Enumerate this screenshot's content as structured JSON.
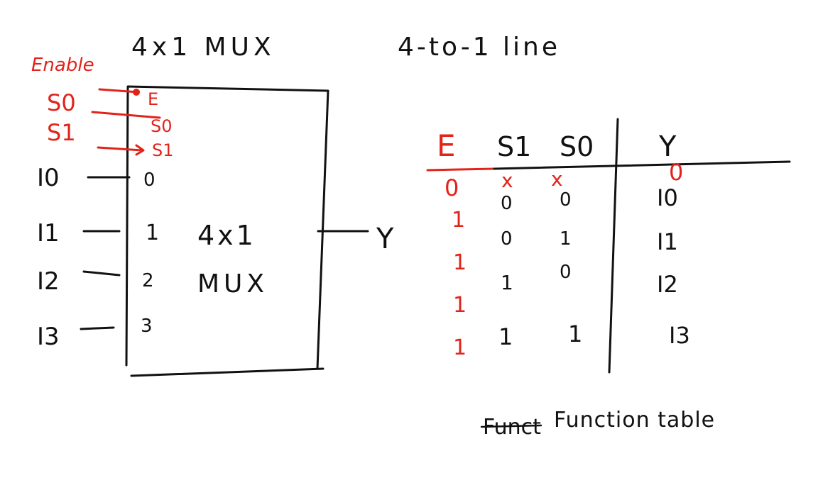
{
  "colors": {
    "ink": "#111111",
    "accent_red": "#e2231a",
    "background": "#ffffff"
  },
  "headings": {
    "title_left": "4x1 MUX",
    "title_right": "4-to-1 line"
  },
  "block": {
    "enable_label": "Enable",
    "control_inputs": [
      {
        "outside": "S0",
        "inside": "E"
      },
      {
        "outside": "S0",
        "inside": "S0"
      },
      {
        "outside": "S1",
        "inside": "S1"
      }
    ],
    "data_inputs": [
      {
        "outside": "I0",
        "inside": "0"
      },
      {
        "outside": "I1",
        "inside": "1"
      },
      {
        "outside": "I2",
        "inside": "2"
      },
      {
        "outside": "I3",
        "inside": "3"
      }
    ],
    "center_line1": "4x1",
    "center_line2": "MUX",
    "output": "Y"
  },
  "function_table": {
    "headers": [
      "E",
      "S1",
      "S0",
      "Y"
    ],
    "rows": [
      [
        "0",
        "x",
        "x",
        "0"
      ],
      [
        "1",
        "0",
        "0",
        "I0"
      ],
      [
        "1",
        "0",
        "1",
        "I1"
      ],
      [
        "1",
        "1",
        "0",
        "I2"
      ],
      [
        "1",
        "1",
        "1",
        "I3"
      ]
    ],
    "caption_struck": "Funct",
    "caption": "Function table"
  }
}
